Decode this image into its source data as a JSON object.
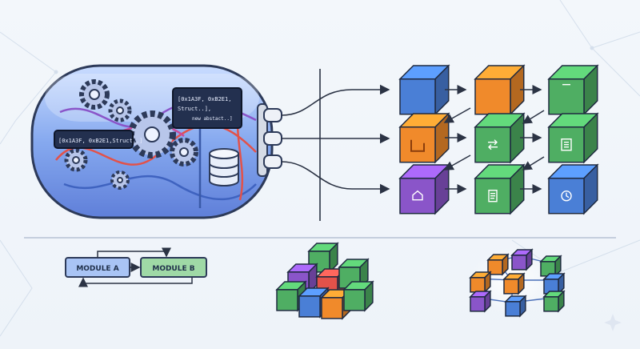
{
  "capsule": {
    "code_panel_top": {
      "line1": "[0x1A3F, 0xB2E1,",
      "line2": "Struct..],",
      "line3": "new abstact..]"
    },
    "code_panel_left": {
      "line1": "[0x1A3F, 0xB2E1,Struct..]"
    }
  },
  "modules": {
    "module_a": "MODULE A",
    "module_b": "MODULE B"
  },
  "colors": {
    "capsule": "#7aa4e8",
    "blue": "#4a7fd6",
    "orange": "#f08a2b",
    "green": "#4fae63",
    "purple": "#8a55c9",
    "red": "#e2524a",
    "arrow": "#2b3344"
  },
  "cube_grid": [
    {
      "color": "blue",
      "icon": "none"
    },
    {
      "color": "orange",
      "icon": "none"
    },
    {
      "color": "green",
      "icon": "dash-icon"
    },
    {
      "color": "orange",
      "icon": "open-box-icon"
    },
    {
      "color": "green",
      "icon": "swap-arrows-icon"
    },
    {
      "color": "green",
      "icon": "list-icon"
    },
    {
      "color": "purple",
      "icon": "house-icon"
    },
    {
      "color": "green",
      "icon": "document-icon"
    },
    {
      "color": "blue",
      "icon": "clock-icon"
    }
  ]
}
